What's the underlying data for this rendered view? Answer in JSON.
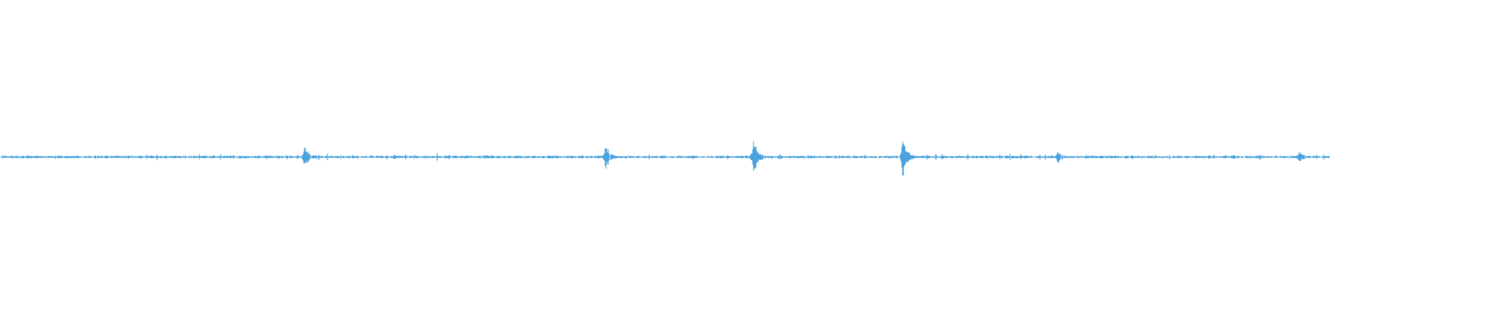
{
  "waveform": {
    "color": "#4aa3df",
    "baseline_end_fraction": 0.883,
    "notable_spikes_fraction": [
      0.202,
      0.402,
      0.5,
      0.599,
      0.702,
      0.862
    ],
    "spike_strength": [
      0.35,
      0.4,
      0.55,
      0.7,
      0.25,
      0.2
    ]
  }
}
